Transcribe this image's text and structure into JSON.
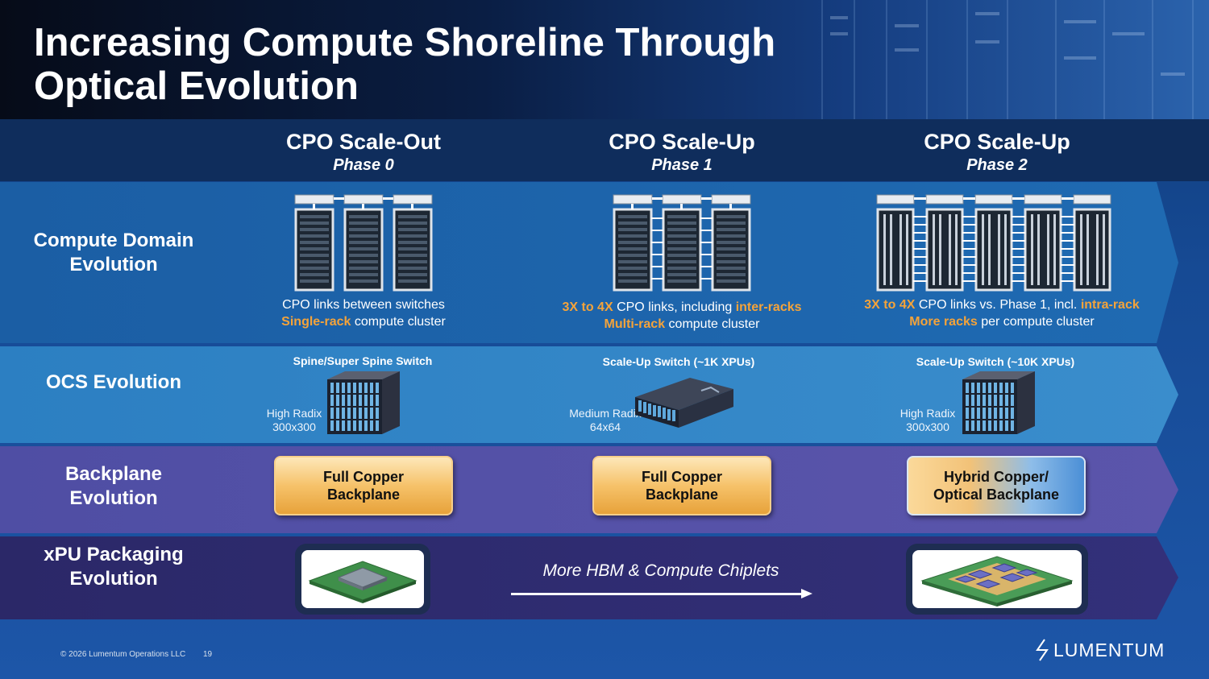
{
  "title": "Increasing Compute Shoreline Through Optical Evolution",
  "columns": [
    {
      "heading": "CPO Scale-Out",
      "phase": "Phase 0"
    },
    {
      "heading": "CPO Scale-Up",
      "phase": "Phase 1"
    },
    {
      "heading": "CPO Scale-Up",
      "phase": "Phase 2"
    }
  ],
  "rows": {
    "compute": "Compute Domain Evolution",
    "ocs": "OCS Evolution",
    "backplane": "Backplane Evolution",
    "xpu": "xPU Packaging Evolution"
  },
  "compute_captions": [
    {
      "line1": {
        "plain": "CPO links between switches"
      },
      "line2": {
        "hl": "Single-rack",
        "plain": " compute cluster"
      }
    },
    {
      "line1": {
        "hl1": "3X to 4X",
        "plain": " CPO links, including ",
        "hl2": "inter-racks"
      },
      "line2": {
        "hl": "Multi-rack",
        "plain": " compute cluster"
      }
    },
    {
      "line1": {
        "hl1": "3X to 4X",
        "plain": " CPO links vs. Phase 1, incl. ",
        "hl2": "intra-rack"
      },
      "line2": {
        "hl": "More racks",
        "plain": " per compute cluster"
      }
    }
  ],
  "ocs": [
    {
      "switch": "Spine/Super Spine Switch",
      "radix": "High Radix",
      "size": "300x300"
    },
    {
      "switch": "Scale-Up Switch (~1K XPUs)",
      "radix": "Medium Radix",
      "size": "64x64"
    },
    {
      "switch": "Scale-Up Switch (~10K XPUs)",
      "radix": "High Radix",
      "size": "300x300"
    }
  ],
  "backplane": [
    {
      "line1": "Full Copper",
      "line2": "Backplane"
    },
    {
      "line1": "Full Copper",
      "line2": "Backplane"
    },
    {
      "line1": "Hybrid Copper/",
      "line2": "Optical Backplane"
    }
  ],
  "xpu_arrow_text": "More HBM & Compute Chiplets",
  "footer": {
    "copyright": "© 2026 Lumentum Operations LLC",
    "page": "19"
  },
  "logo": {
    "text": "LUMENTUM"
  },
  "colors": {
    "highlight": "#f4a33a",
    "header_bg": "#0f2d5c"
  }
}
